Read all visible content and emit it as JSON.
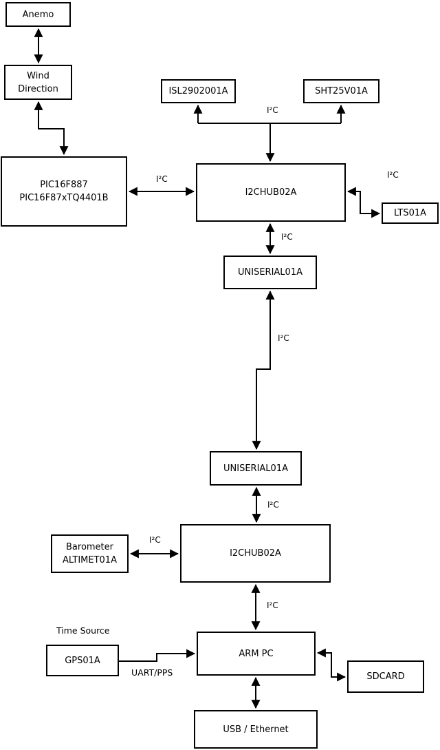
{
  "diagram": {
    "background_color": "#ffffff",
    "line_color": "#000000",
    "nodes": {
      "anemo": {
        "label": "Anemo"
      },
      "wind_direction": {
        "line1": "Wind",
        "line2": "Direction"
      },
      "pic": {
        "line1": "PIC16F887",
        "line2": "PIC16F87xTQ4401B"
      },
      "isl2902001a": {
        "label": "ISL2902001A"
      },
      "sht25v01a": {
        "label": "SHT25V01A"
      },
      "i2chub_upper": {
        "label": "I2CHUB02A"
      },
      "lts01a": {
        "label": "LTS01A"
      },
      "uniserial_upper": {
        "label": "UNISERIAL01A"
      },
      "uniserial_lower": {
        "label": "UNISERIAL01A"
      },
      "barometer": {
        "line1": "Barometer",
        "line2": "ALTIMET01A"
      },
      "i2chub_lower": {
        "label": "I2CHUB02A"
      },
      "gps01a": {
        "label": "GPS01A"
      },
      "arm_pc": {
        "label": "ARM PC"
      },
      "sdcard": {
        "label": "SDCARD"
      },
      "usb_ethernet": {
        "label": "USB / Ethernet"
      }
    },
    "edge_labels": {
      "i2c": "I²C",
      "uart_pps": "UART/PPS",
      "time_source": "Time Source"
    }
  }
}
